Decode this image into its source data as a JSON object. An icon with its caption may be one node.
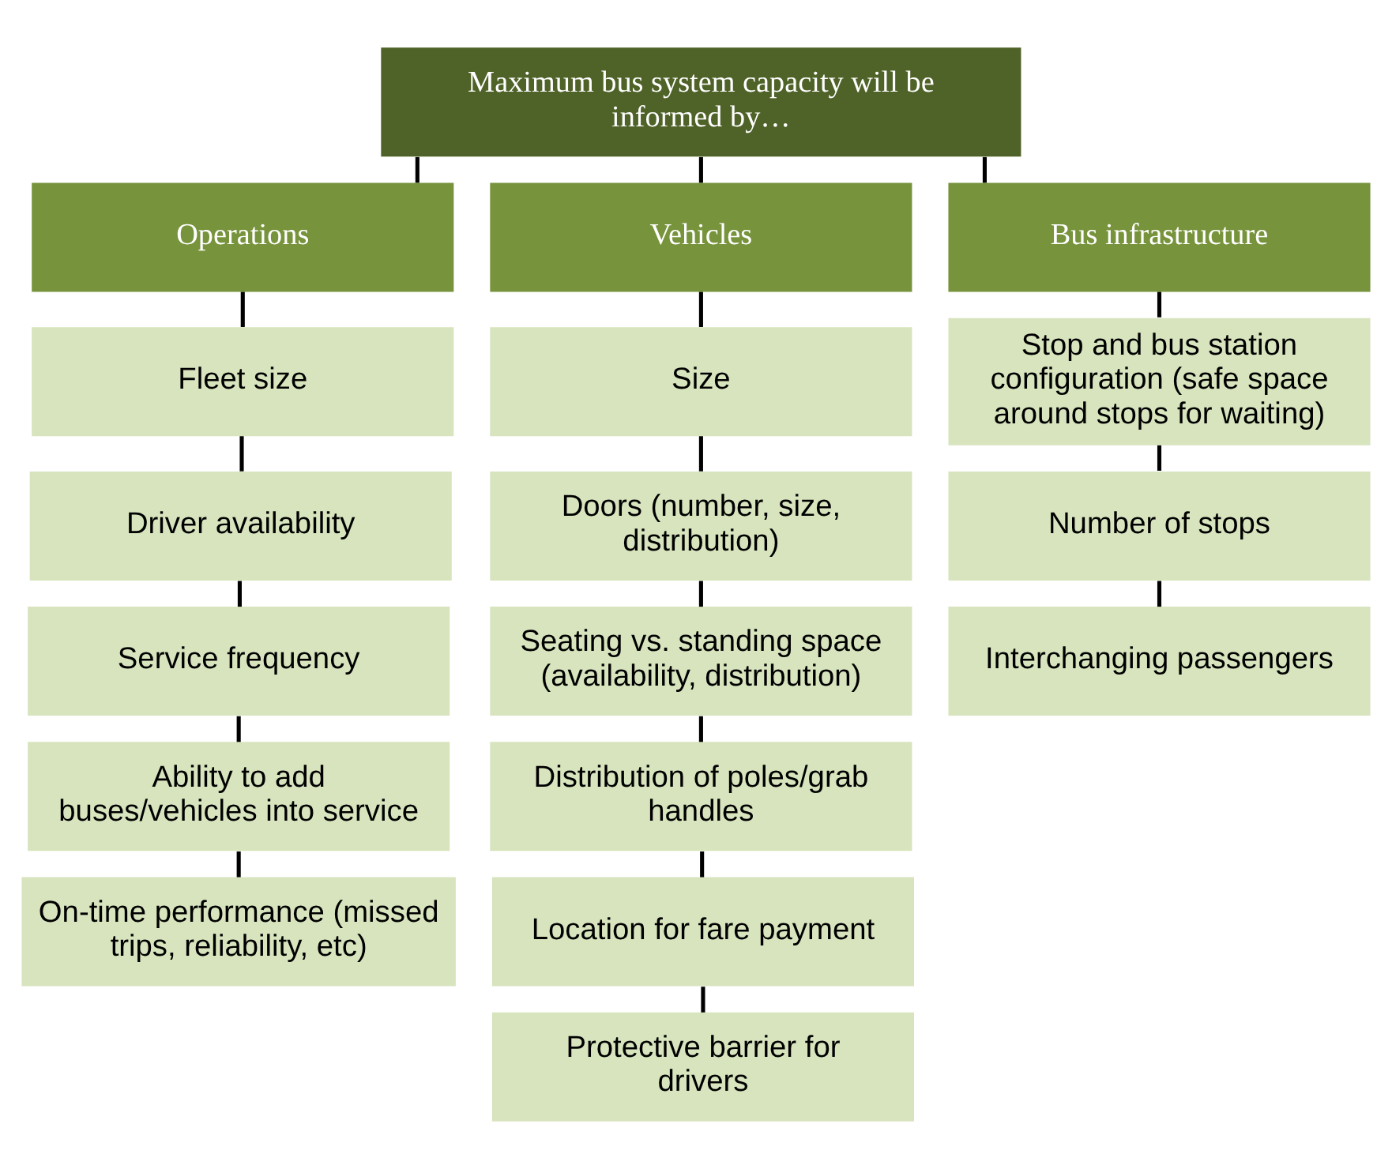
{
  "diagram": {
    "nodes": [
      {
        "text": [
          "Maximum bus system capacity will be informed by…"
        ]
      },
      {
        "text": [
          "Operations"
        ]
      },
      {
        "text": [
          "Vehicles"
        ]
      },
      {
        "text": [
          "Bus infrastructure"
        ]
      },
      {
        "text": [
          "Fleet size"
        ]
      },
      {
        "text": [
          "Driver availability"
        ]
      },
      {
        "text": [
          "Service frequency"
        ]
      },
      {
        "text": [
          "Ability to add buses/vehicles into service"
        ]
      },
      {
        "text": [
          "On-time performance (missed trips, reliability, etc)"
        ]
      },
      {
        "text": [
          "Size"
        ]
      },
      {
        "text": [
          "Doors (number, size, distribution)"
        ]
      },
      {
        "text": [
          "Seating vs. standing space (availability, distribution)"
        ]
      },
      {
        "text": [
          "Distribution of poles/grab handles"
        ]
      },
      {
        "text": [
          "Location for fare payment"
        ]
      },
      {
        "text": [
          "Protective barrier for drivers"
        ]
      },
      {
        "text": [
          "Stop and bus station configuration (safe space around stops for waiting)"
        ]
      },
      {
        "text": [
          "Number of stops"
        ]
      },
      {
        "text": [
          "Interchanging passengers"
        ]
      }
    ],
    "edges": [
      {
        "from": 0,
        "to": 1,
        "arrow": "none"
      },
      {
        "from": 0,
        "to": 2,
        "arrow": "none"
      },
      {
        "from": 0,
        "to": 3,
        "arrow": "none"
      },
      {
        "from": 1,
        "to": 4,
        "arrow": "none"
      },
      {
        "from": 4,
        "to": 5,
        "arrow": "none"
      },
      {
        "from": 5,
        "to": 6,
        "arrow": "none"
      },
      {
        "from": 6,
        "to": 7,
        "arrow": "none"
      },
      {
        "from": 7,
        "to": 8,
        "arrow": "none"
      },
      {
        "from": 2,
        "to": 9,
        "arrow": "none"
      },
      {
        "from": 9,
        "to": 10,
        "arrow": "none"
      },
      {
        "from": 10,
        "to": 11,
        "arrow": "none"
      },
      {
        "from": 11,
        "to": 12,
        "arrow": "none"
      },
      {
        "from": 12,
        "to": 13,
        "arrow": "none"
      },
      {
        "from": 13,
        "to": 14,
        "arrow": "none"
      },
      {
        "from": 3,
        "to": 15,
        "arrow": "none"
      },
      {
        "from": 15,
        "to": 16,
        "arrow": "none"
      },
      {
        "from": 16,
        "to": 17,
        "arrow": "none"
      }
    ]
  }
}
